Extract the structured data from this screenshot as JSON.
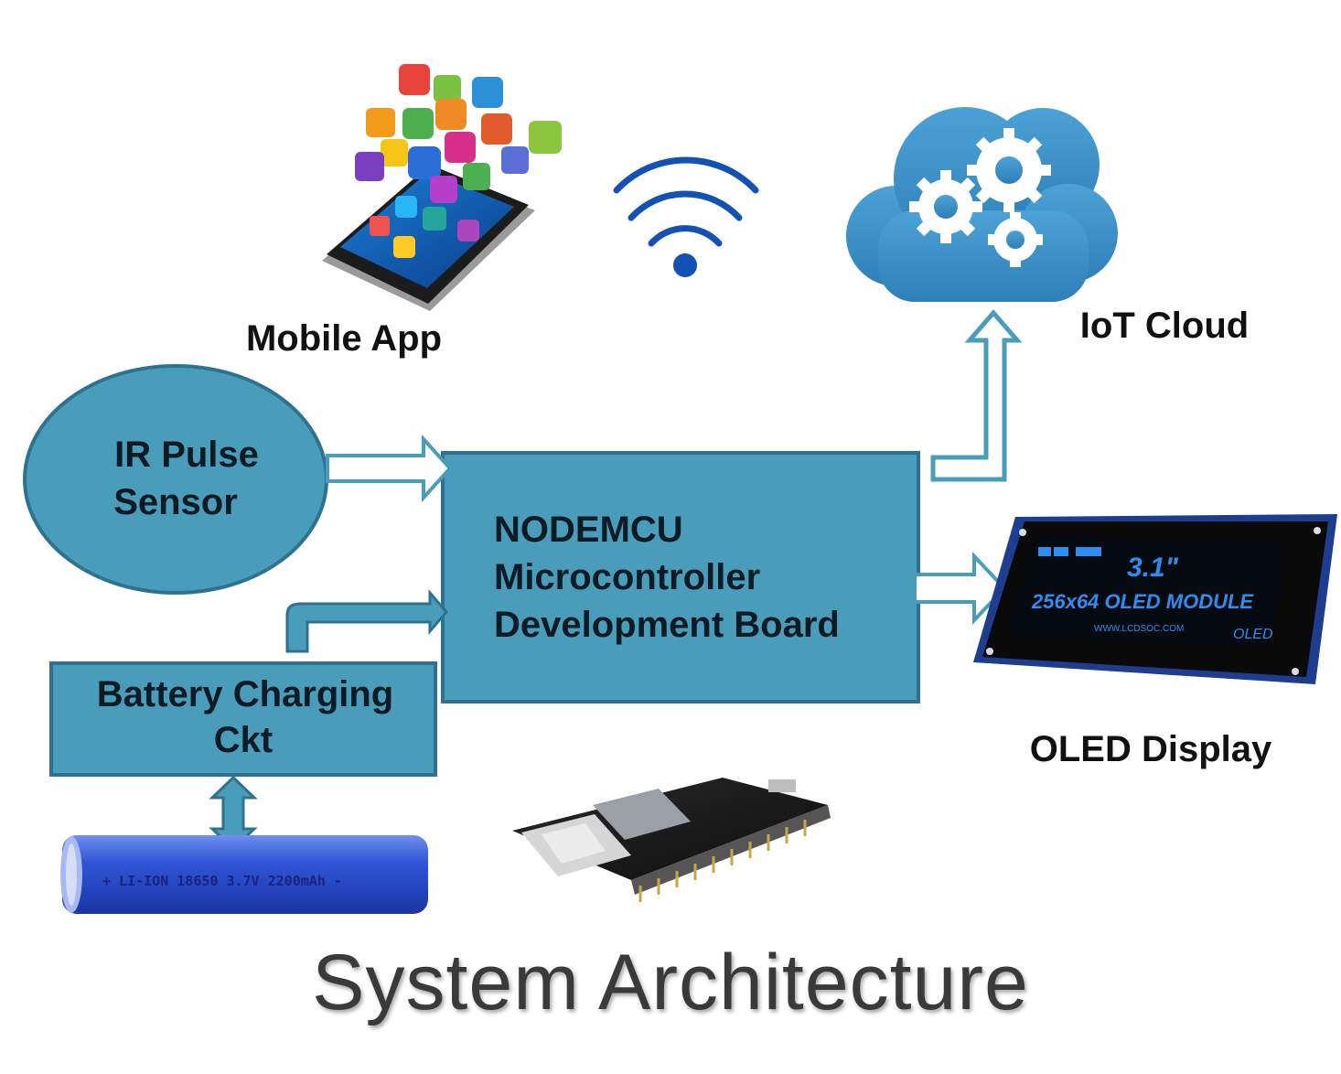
{
  "diagram": {
    "title": "System Architecture",
    "nodes": {
      "mobile_app": {
        "label": "Mobile App"
      },
      "iot_cloud": {
        "label": "IoT Cloud"
      },
      "sensor": {
        "line1": "IR Pulse",
        "line2": "Sensor"
      },
      "mcu": {
        "line1": "NODEMCU",
        "line2": "Microcontroller",
        "line3": "Development Board"
      },
      "battery_ckt": {
        "line1": "Battery Charging",
        "line2": "Ckt"
      },
      "oled": {
        "label": "OLED Display",
        "screen_size": "3.1\"",
        "screen_line2": "256x64 OLED MODULE",
        "screen_url": "WWW.LCDSOC.COM",
        "screen_tag": "OLED"
      },
      "battery_cell": {
        "print": "+ LI-ION 18650 3.7V 2200mAh -"
      }
    },
    "edges": [
      {
        "from": "sensor",
        "to": "mcu"
      },
      {
        "from": "battery_ckt",
        "to": "mcu"
      },
      {
        "from": "mcu",
        "to": "iot_cloud"
      },
      {
        "from": "mcu",
        "to": "oled"
      },
      {
        "from": "battery_cell",
        "to": "battery_ckt",
        "bidirectional": true
      }
    ],
    "colors": {
      "block_fill": "#4a9cbb",
      "block_stroke": "#2d7391",
      "arrow_fill": "#ffffff",
      "cloud": "#3d8fc4",
      "wifi": "#1351b4"
    },
    "icons": [
      "wifi-icon",
      "gear-icon",
      "smartphone-icon",
      "battery-cell-icon",
      "board-icon"
    ]
  }
}
